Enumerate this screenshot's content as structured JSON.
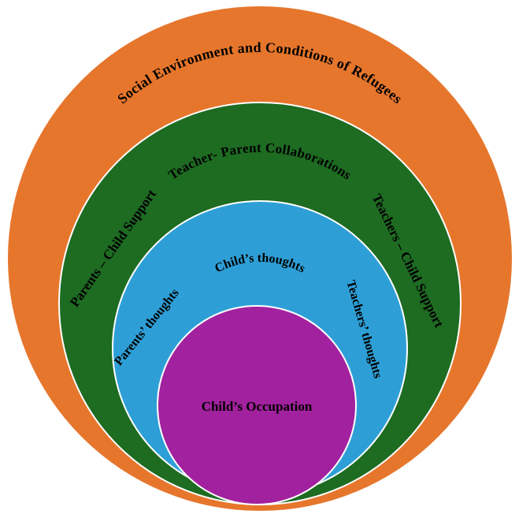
{
  "diagram": {
    "type": "nested-circles",
    "background": "#ffffff",
    "text_color": "#000000",
    "ring_stroke_color": "#ffffff",
    "rings": [
      {
        "id": "social-environment",
        "color": "#E6762C",
        "label": "Social Environment and Conditions of Refugees"
      },
      {
        "id": "teacher-parent-collaborations",
        "color": "#1E6B22",
        "label": "Teacher- Parent Collaborations",
        "left_label": "Parents – Child Support",
        "right_label": "Teachers – Child Support"
      },
      {
        "id": "thoughts",
        "color": "#2E9FD6",
        "label": "Child’s thoughts",
        "left_label": "Parents’ thoughts",
        "right_label": "Teachers’ thoughts"
      },
      {
        "id": "child-occupation",
        "color": "#A2219E",
        "label": "Child’s Occupation"
      }
    ]
  }
}
